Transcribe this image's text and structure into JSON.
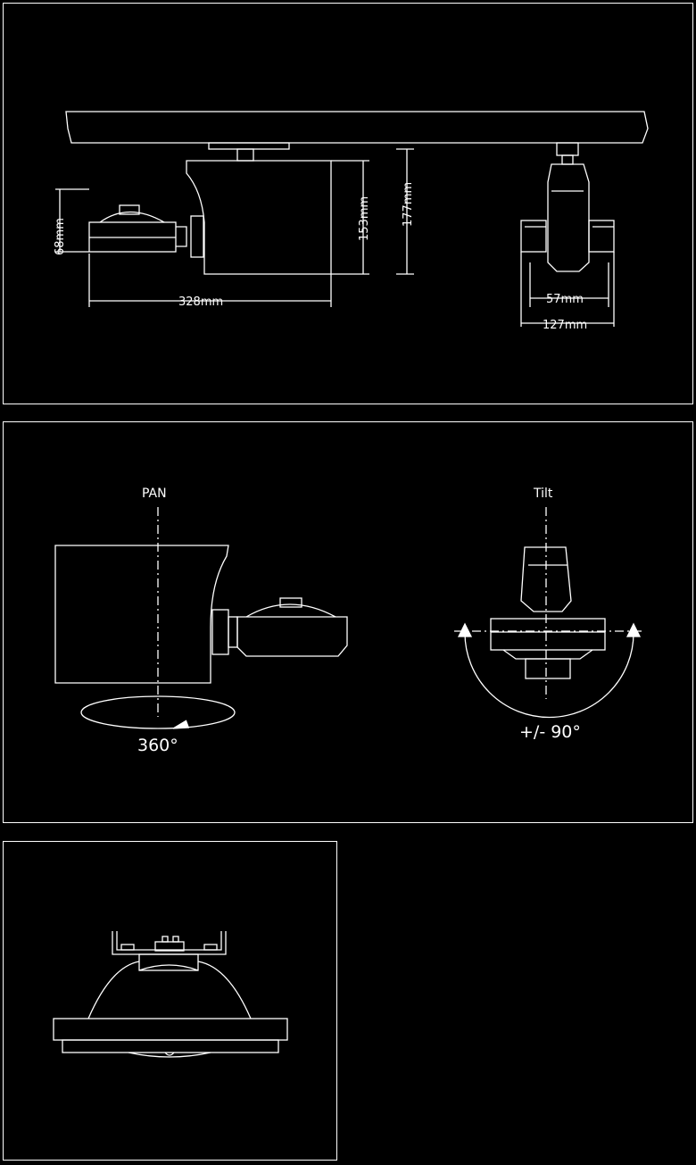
{
  "dimensions": {
    "height_fixture": "68mm",
    "length": "328mm",
    "height_body": "153mm",
    "height_total": "177mm",
    "width_mount": "57mm",
    "width_head": "127mm"
  },
  "motion": {
    "pan_label": "PAN",
    "pan_angle": "360°",
    "tilt_label": "Tilt",
    "tilt_angle": "+/- 90°"
  },
  "colors": {
    "background": "#000000",
    "line": "#ffffff"
  }
}
